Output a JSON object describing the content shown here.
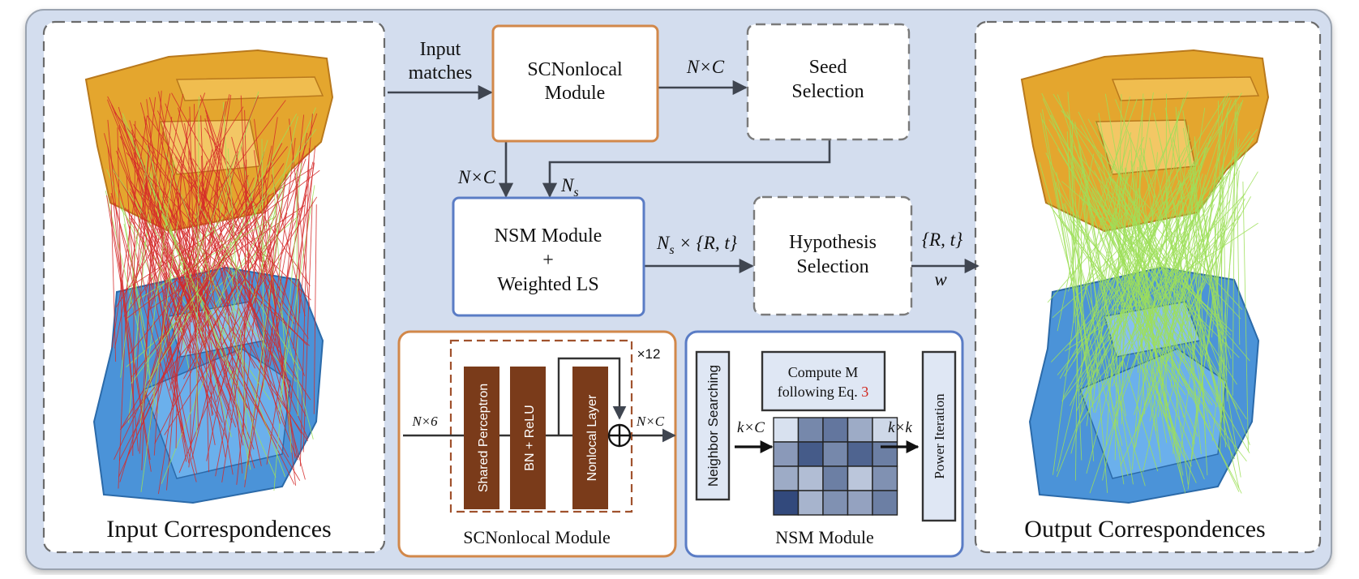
{
  "left_panel": {
    "caption": "Input Correspondences"
  },
  "right_panel": {
    "caption": "Output Correspondences"
  },
  "flow": {
    "input_label_line1": "Input",
    "input_label_line2": "matches",
    "scnonlocal_line1": "SCNonlocal",
    "scnonlocal_line2": "Module",
    "seed_line1": "Seed",
    "seed_line2": "Selection",
    "nsm_line1": "NSM Module",
    "nsm_line2": "+",
    "nsm_line3": "Weighted LS",
    "hyp_line1": "Hypothesis",
    "hyp_line2": "Selection",
    "label_nxc_top": "N×C",
    "label_nxc_left": "N×C",
    "label_ns": "N",
    "label_ns_sub": "s",
    "label_ns_rt": "N",
    "label_ns_rt_sub": "s",
    "label_ns_rt_tail": " × {R, t}",
    "label_rt_out": "{R, t}",
    "label_w": "w"
  },
  "scnonlocal_detail": {
    "caption": "SCNonlocal Module",
    "input_dim": "N×6",
    "output_dim": "N×C",
    "repeat": "×12",
    "block1": "Shared Perceptron",
    "block2": "BN + ReLU",
    "block3": "Nonlocal Layer"
  },
  "nsm_detail": {
    "caption": "NSM Module",
    "neighbor": "Neighbor Searching",
    "compute_line1": "Compute M",
    "compute_line2a": "following Eq. ",
    "compute_ref": "3",
    "kxc": "k×C",
    "kxk": "k×k",
    "power": "Power Iteration",
    "matrix_levels": [
      [
        0.05,
        0.55,
        0.65,
        0.35,
        0.1
      ],
      [
        0.45,
        0.8,
        0.55,
        0.75,
        0.6
      ],
      [
        0.35,
        0.25,
        0.6,
        0.2,
        0.5
      ],
      [
        0.9,
        0.3,
        0.5,
        0.4,
        0.6
      ]
    ]
  },
  "colors": {
    "background_panel": "#d3ddee",
    "orange": "#d2884a",
    "blue": "#5a7cc5",
    "brown_block": "#7a3b1a",
    "arrow": "#3f4550",
    "red_ref": "#d0241a",
    "mesh_yellow": "#e4a62e",
    "mesh_blue": "#4b93d8",
    "line_green": "#9ee05a",
    "line_red": "#d52a2a"
  }
}
